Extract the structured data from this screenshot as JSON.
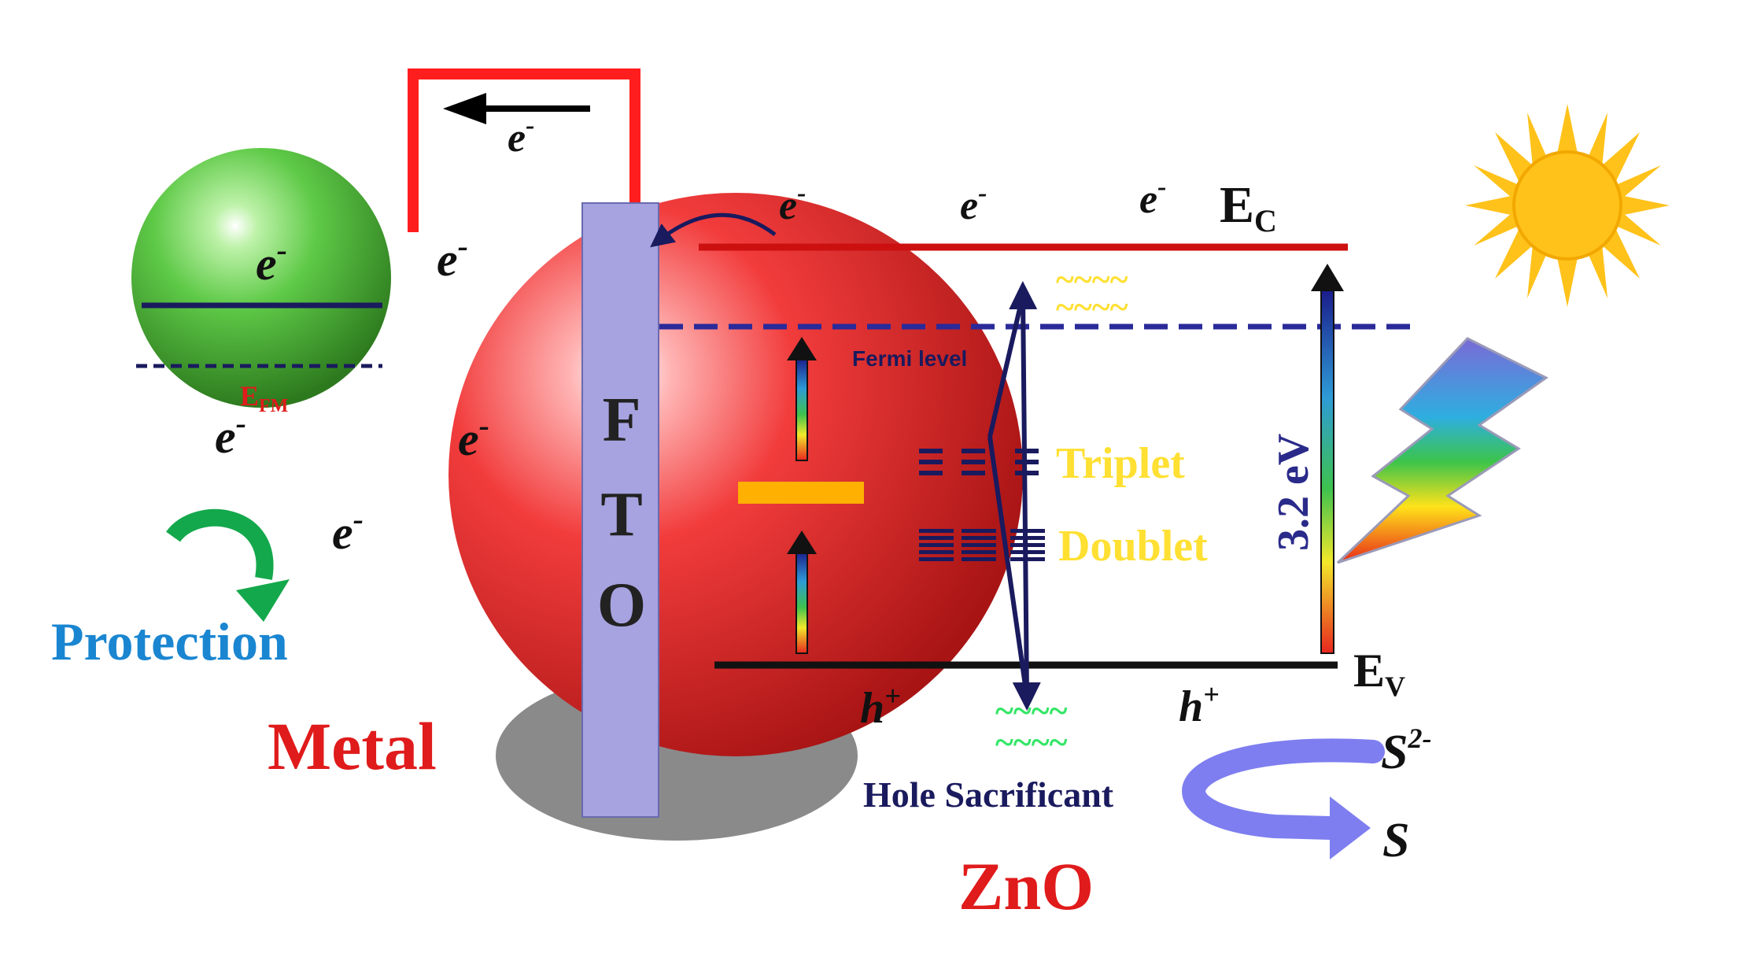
{
  "labels": {
    "electron": "e",
    "minus": "-",
    "fto": [
      "F",
      "T",
      "O"
    ],
    "ec_main": "E",
    "ec_sub": "C",
    "ev_main": "E",
    "ev_sub": "V",
    "efm_main": "E",
    "efm_sub": "FM",
    "fermi_level": "Fermi level",
    "triplet": "Triplet",
    "doublet": "Doublet",
    "band_gap": "3.2 eV",
    "hole": "h",
    "plus": "+",
    "hole_sacrificant": "Hole Sacrificant",
    "sulfide_main": "S",
    "sulfide_sup": "2-",
    "sulfur": "S",
    "protection": "Protection",
    "metal": "Metal",
    "zno": "ZnO",
    "defect_wave": "~~~~"
  },
  "colors": {
    "metal_sphere": "#4fb83a",
    "zno_ellipse": "#f23c3c",
    "fto_bar": "#a7a3e0",
    "wire": "#ff1e1e",
    "dark_navy": "#1a1a5e",
    "yellow_text": "#ffe033",
    "green_wave": "#33e666",
    "protection_text": "#1a86d1",
    "metal_text": "#e01b1b",
    "sun": "#ffc21a",
    "sacrificant_gray": "#8a8a8a",
    "arrow_loop": "#7e7ef0",
    "protection_arrow": "#14a84c"
  },
  "icons": [
    "sun-icon",
    "lightning-icon",
    "curved-arrow-icon"
  ]
}
